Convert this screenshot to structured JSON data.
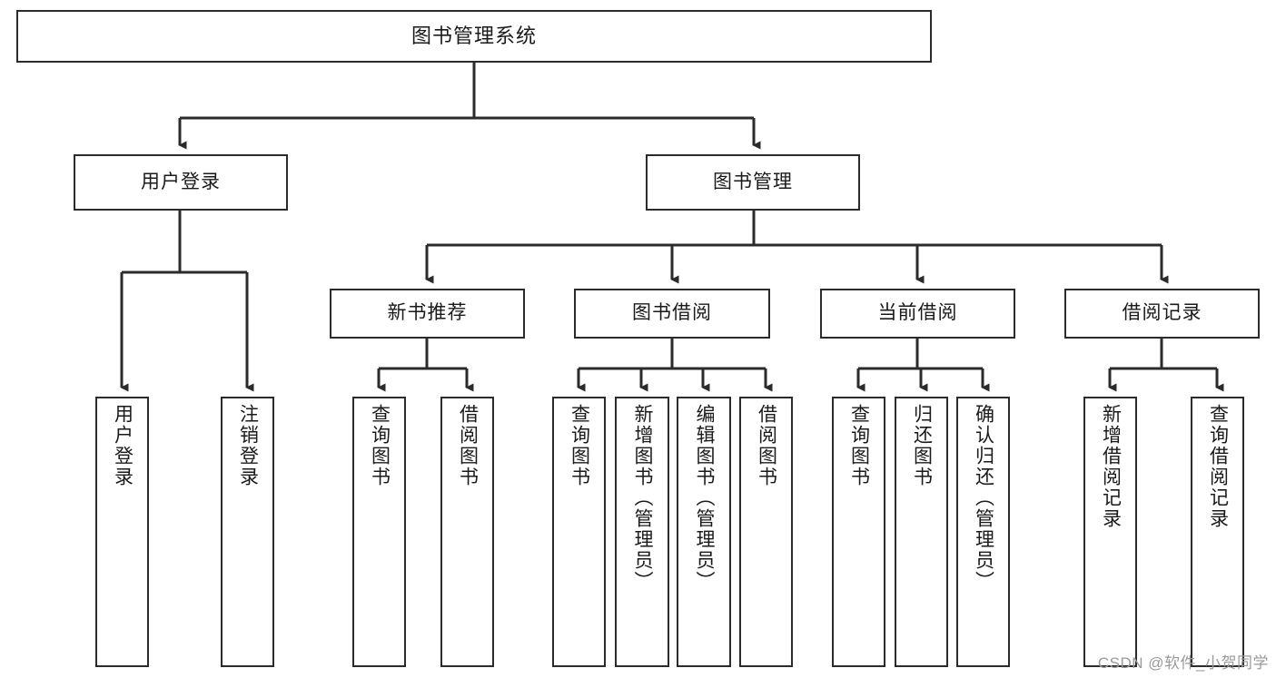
{
  "diagram": {
    "title": "图书管理系统",
    "type": "tree-hierarchy",
    "orientation": "top-down",
    "colors": {
      "border": "#2b2b2b",
      "fill": "#ffffff",
      "edge": "#2b2b2b",
      "text": "#1a1a1a",
      "watermark": "#9a9a9a"
    },
    "root": {
      "label": "图书管理系统"
    },
    "level2": [
      {
        "label": "用户登录"
      },
      {
        "label": "图书管理"
      }
    ],
    "level3": [
      {
        "label": "新书推荐"
      },
      {
        "label": "图书借阅"
      },
      {
        "label": "当前借阅"
      },
      {
        "label": "借阅记录"
      }
    ],
    "leaves": {
      "user_login": [
        {
          "label": "用户登录"
        },
        {
          "label": "注销登录"
        }
      ],
      "new_book_recommend": [
        {
          "label": "查询图书"
        },
        {
          "label": "借阅图书"
        }
      ],
      "book_borrow": [
        {
          "label": "查询图书"
        },
        {
          "label": "新增图书（管理员）"
        },
        {
          "label": "编辑图书（管理员）"
        },
        {
          "label": "借阅图书"
        }
      ],
      "current_borrow": [
        {
          "label": "查询图书"
        },
        {
          "label": "归还图书"
        },
        {
          "label": "确认归还（管理员）"
        }
      ],
      "borrow_record": [
        {
          "label": "新增借阅记录"
        },
        {
          "label": "查询借阅记录"
        }
      ]
    }
  },
  "watermark": {
    "text": "CSDN @软件_小贺同学"
  }
}
